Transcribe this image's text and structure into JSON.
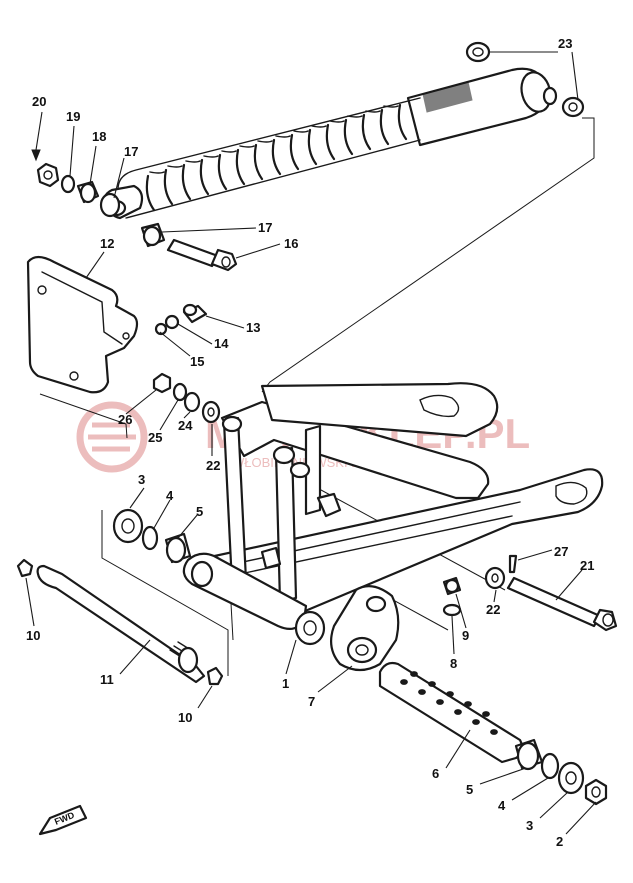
{
  "watermark": {
    "brand": "MOTOSKLEP.PL",
    "tagline": "WŁOBIEGNIEWSKI DEALER YAMAHA",
    "color": "#e6a8a8"
  },
  "fwd_label": "FWD",
  "callouts": [
    "1",
    "2",
    "3",
    "4",
    "5",
    "6",
    "7",
    "8",
    "9",
    "10",
    "11",
    "12",
    "13",
    "14",
    "15",
    "16",
    "17",
    "18",
    "19",
    "20",
    "21",
    "22",
    "23",
    "24",
    "25",
    "26",
    "27"
  ],
  "colors": {
    "line": "#1a1a1a",
    "background": "#ffffff"
  }
}
